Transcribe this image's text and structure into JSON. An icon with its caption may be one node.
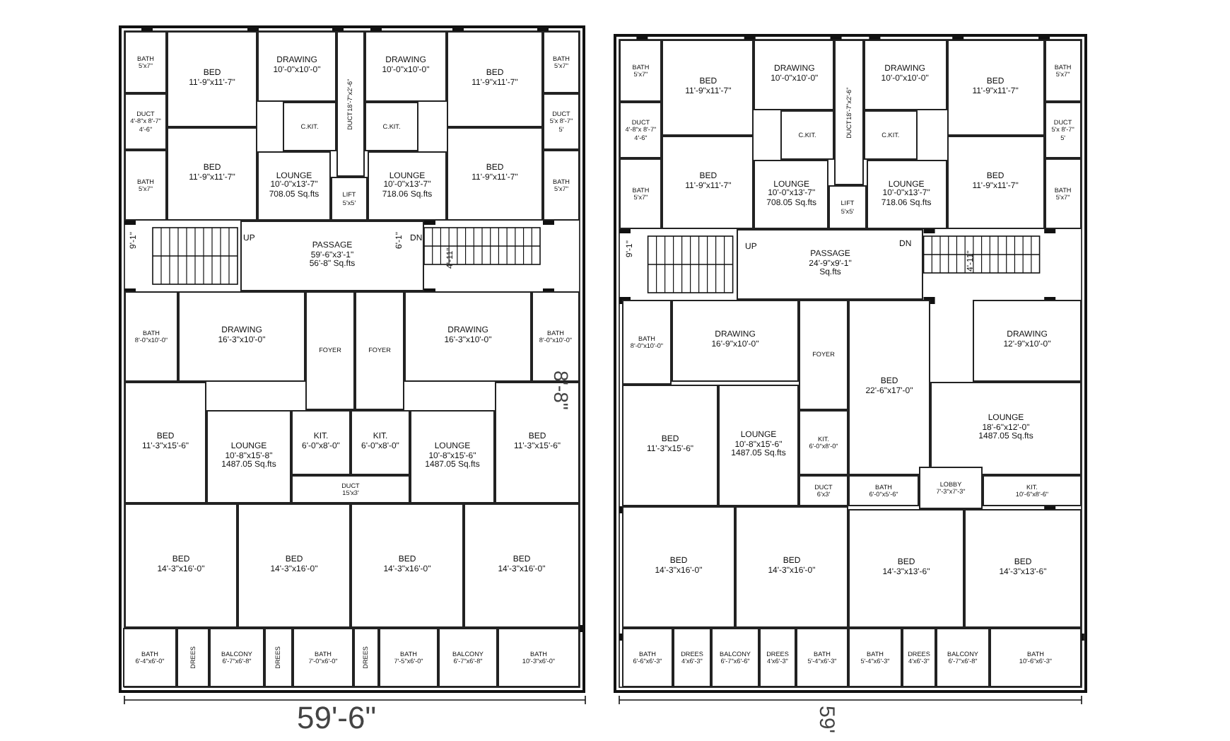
{
  "diagram": {
    "nodes": [
      {
        "text": [
          "BATH",
          "5'x7\""
        ]
      },
      {
        "text": [
          "BED",
          "11'-9\"x11'-7\""
        ]
      },
      {
        "text": [
          "DRAWING",
          "10'-0\"x10'-0\""
        ]
      },
      {
        "text": [
          "DUCT",
          "18'-7\"x2'-6\""
        ]
      },
      {
        "text": [
          "DRAWING",
          "10'-0\"x10'-0\""
        ]
      },
      {
        "text": [
          "BED",
          "11'-9\"x11'-7\""
        ]
      },
      {
        "text": [
          "BATH",
          "5'x7\""
        ]
      },
      {
        "text": [
          "DUCT",
          "4'-8\"x 8'-7\"",
          "4'-6\""
        ]
      },
      {
        "text": [
          "C.KIT."
        ]
      },
      {
        "text": [
          "C.KIT."
        ]
      },
      {
        "text": [
          "DUCT",
          "5'x 8'-7\"",
          "5'"
        ]
      },
      {
        "text": [
          "BATH",
          "5'x7\""
        ]
      },
      {
        "text": [
          "BED",
          "11'-9\"x11'-7\""
        ]
      },
      {
        "text": [
          "LOUNGE",
          "10'-0\"x13'-7\"",
          "708.05 Sq.fts"
        ]
      },
      {
        "text": [
          "LIFT",
          "5'x5'"
        ]
      },
      {
        "text": [
          "LOUNGE",
          "10'-0\"x13'-7\"",
          "718.06 Sq.fts"
        ]
      },
      {
        "text": [
          "BED",
          "11'-9\"x11'-7\""
        ]
      },
      {
        "text": [
          "BATH",
          "5'x7\""
        ]
      },
      {
        "text": [
          "PASSAGE",
          "59'-6\"x3'-1\"",
          "56'-8\" Sq.fts"
        ]
      },
      {
        "text": [
          "BATH",
          "8'-0\"x10'-0\""
        ]
      },
      {
        "text": [
          "DRAWING",
          "16'-3\"x10'-0\""
        ]
      },
      {
        "text": [
          "FOYER"
        ]
      },
      {
        "text": [
          "FOYER"
        ]
      },
      {
        "text": [
          "DRAWING",
          "16'-3\"x10'-0\""
        ]
      },
      {
        "text": [
          "BATH",
          "8'-0\"x10'-0\""
        ]
      },
      {
        "text": [
          "BED",
          "11'-3\"x15'-6\""
        ]
      },
      {
        "text": [
          "LOUNGE",
          "10'-8\"x15'-8\"",
          "1487.05 Sq.fts"
        ]
      },
      {
        "text": [
          "KIT.",
          "6'-0\"x8'-0\""
        ]
      },
      {
        "text": [
          "KIT.",
          "6'-0\"x8'-0\""
        ]
      },
      {
        "text": [
          "LOUNGE",
          "10'-8\"x15'-6\"",
          "1487.05 Sq.fts"
        ]
      },
      {
        "text": [
          "BED",
          "11'-3\"x15'-6\""
        ]
      },
      {
        "text": [
          "DUCT",
          "15'x3'"
        ]
      },
      {
        "text": [
          "BED",
          "14'-3\"x16'-0\""
        ]
      },
      {
        "text": [
          "BED",
          "14'-3\"x16'-0\""
        ]
      },
      {
        "text": [
          "BED",
          "14'-3\"x16'-0\""
        ]
      },
      {
        "text": [
          "BED",
          "14'-3\"x16'-0\""
        ]
      },
      {
        "text": [
          "BATH",
          "6'-4\"x6'-0\""
        ]
      },
      {
        "text": [
          "DREES"
        ]
      },
      {
        "text": [
          "BALCONY",
          "6'-7\"x6'-8\""
        ]
      },
      {
        "text": [
          "DREES"
        ]
      },
      {
        "text": [
          "BATH",
          "7'-0\"x6'-0\""
        ]
      },
      {
        "text": [
          "DREES"
        ]
      },
      {
        "text": [
          "BATH",
          "7'-5\"x6'-0\""
        ]
      },
      {
        "text": [
          "BALCONY",
          "6'-7\"x6'-8\""
        ]
      },
      {
        "text": [
          "BATH",
          "10'-3\"x6'-0\""
        ]
      },
      {
        "text": [
          "BATH",
          "5'x7\""
        ]
      },
      {
        "text": [
          "BED",
          "11'-9\"x11'-7\""
        ]
      },
      {
        "text": [
          "DRAWING",
          "10'-0\"x10'-0\""
        ]
      },
      {
        "text": [
          "DUCT",
          "18'-7\"x2'-6\""
        ]
      },
      {
        "text": [
          "DRAWING",
          "10'-0\"x10'-0\""
        ]
      },
      {
        "text": [
          "BED",
          "11'-9\"x11'-7\""
        ]
      },
      {
        "text": [
          "BATH",
          "5'x7\""
        ]
      },
      {
        "text": [
          "DUCT",
          "4'-8\"x 8'-7\"",
          "4'-6\""
        ]
      },
      {
        "text": [
          "C.KIT."
        ]
      },
      {
        "text": [
          "C.KIT."
        ]
      },
      {
        "text": [
          "DUCT",
          "5'x 8'-7\"",
          "5'"
        ]
      },
      {
        "text": [
          "BATH",
          "5'x7\""
        ]
      },
      {
        "text": [
          "BED",
          "11'-9\"x11'-7\""
        ]
      },
      {
        "text": [
          "LOUNGE",
          "10'-0\"x13'-7\"",
          "708.05 Sq.fts"
        ]
      },
      {
        "text": [
          "LIFT",
          "5'x5'"
        ]
      },
      {
        "text": [
          "LOUNGE",
          "10'-0\"x13'-7\"",
          "718.06 Sq.fts"
        ]
      },
      {
        "text": [
          "BED",
          "11'-9\"x11'-7\""
        ]
      },
      {
        "text": [
          "BATH",
          "5'x7\""
        ]
      },
      {
        "text": [
          "PASSAGE",
          "24'-9\"x9'-1\"",
          "Sq.fts"
        ]
      },
      {
        "text": [
          "BATH",
          "8'-0\"x10'-0\""
        ]
      },
      {
        "text": [
          "DRAWING",
          "16'-9\"x10'-0\""
        ]
      },
      {
        "text": [
          "FOYER"
        ]
      },
      {
        "text": [
          "BED",
          "22'-6\"x17'-0\""
        ]
      },
      {
        "text": [
          "DRAWING",
          "12'-9\"x10'-0\""
        ]
      },
      {
        "text": [
          "BED",
          "11'-3\"x15'-6\""
        ]
      },
      {
        "text": [
          "LOUNGE",
          "10'-8\"x15'-6\"",
          "1487.05 Sq.fts"
        ]
      },
      {
        "text": [
          "KIT.",
          "6'-0\"x8'-0\""
        ]
      },
      {
        "text": [
          "LOUNGE",
          "18'-6\"x12'-0\"",
          "1487.05 Sq.fts"
        ]
      },
      {
        "text": [
          "DUCT",
          "6'x3'"
        ]
      },
      {
        "text": [
          "BATH",
          "6'-0\"x5'-6\""
        ]
      },
      {
        "text": [
          "LOBBY",
          "7'-3\"x7'-3\""
        ]
      },
      {
        "text": [
          "KIT.",
          "10'-6\"x8'-6\""
        ]
      },
      {
        "text": [
          "BED",
          "14'-3\"x16'-0\""
        ]
      },
      {
        "text": [
          "BED",
          "14'-3\"x16'-0\""
        ]
      },
      {
        "text": [
          "BED",
          "14'-3\"x13'-6\""
        ]
      },
      {
        "text": [
          "BED",
          "14'-3\"x13'-6\""
        ]
      },
      {
        "text": [
          "BATH",
          "6'-6\"x6'-3\""
        ]
      },
      {
        "text": [
          "DREES",
          "4'x6'-3\""
        ]
      },
      {
        "text": [
          "BALCONY",
          "6'-7\"x6'-6\""
        ]
      },
      {
        "text": [
          "DREES",
          "4'x6'-3\""
        ]
      },
      {
        "text": [
          "BATH",
          "5'-4\"x6'-3\""
        ]
      },
      {
        "text": [
          "BATH",
          "5'-4\"x6'-3\""
        ]
      },
      {
        "text": [
          "DREES",
          "4'x6'-3\""
        ]
      },
      {
        "text": [
          "BALCONY",
          "6'-7\"x6'-8\""
        ]
      },
      {
        "text": [
          "BATH",
          "10'-6\"x6'-3\""
        ]
      }
    ],
    "labels": [
      "UP",
      "9'-1\"",
      "6'-1\"",
      "DN",
      "4'-11\"",
      "8'-8\"",
      "59'-6\"",
      "UP",
      "9'-1\"",
      "DN",
      "4'-11\"",
      "59'"
    ]
  }
}
